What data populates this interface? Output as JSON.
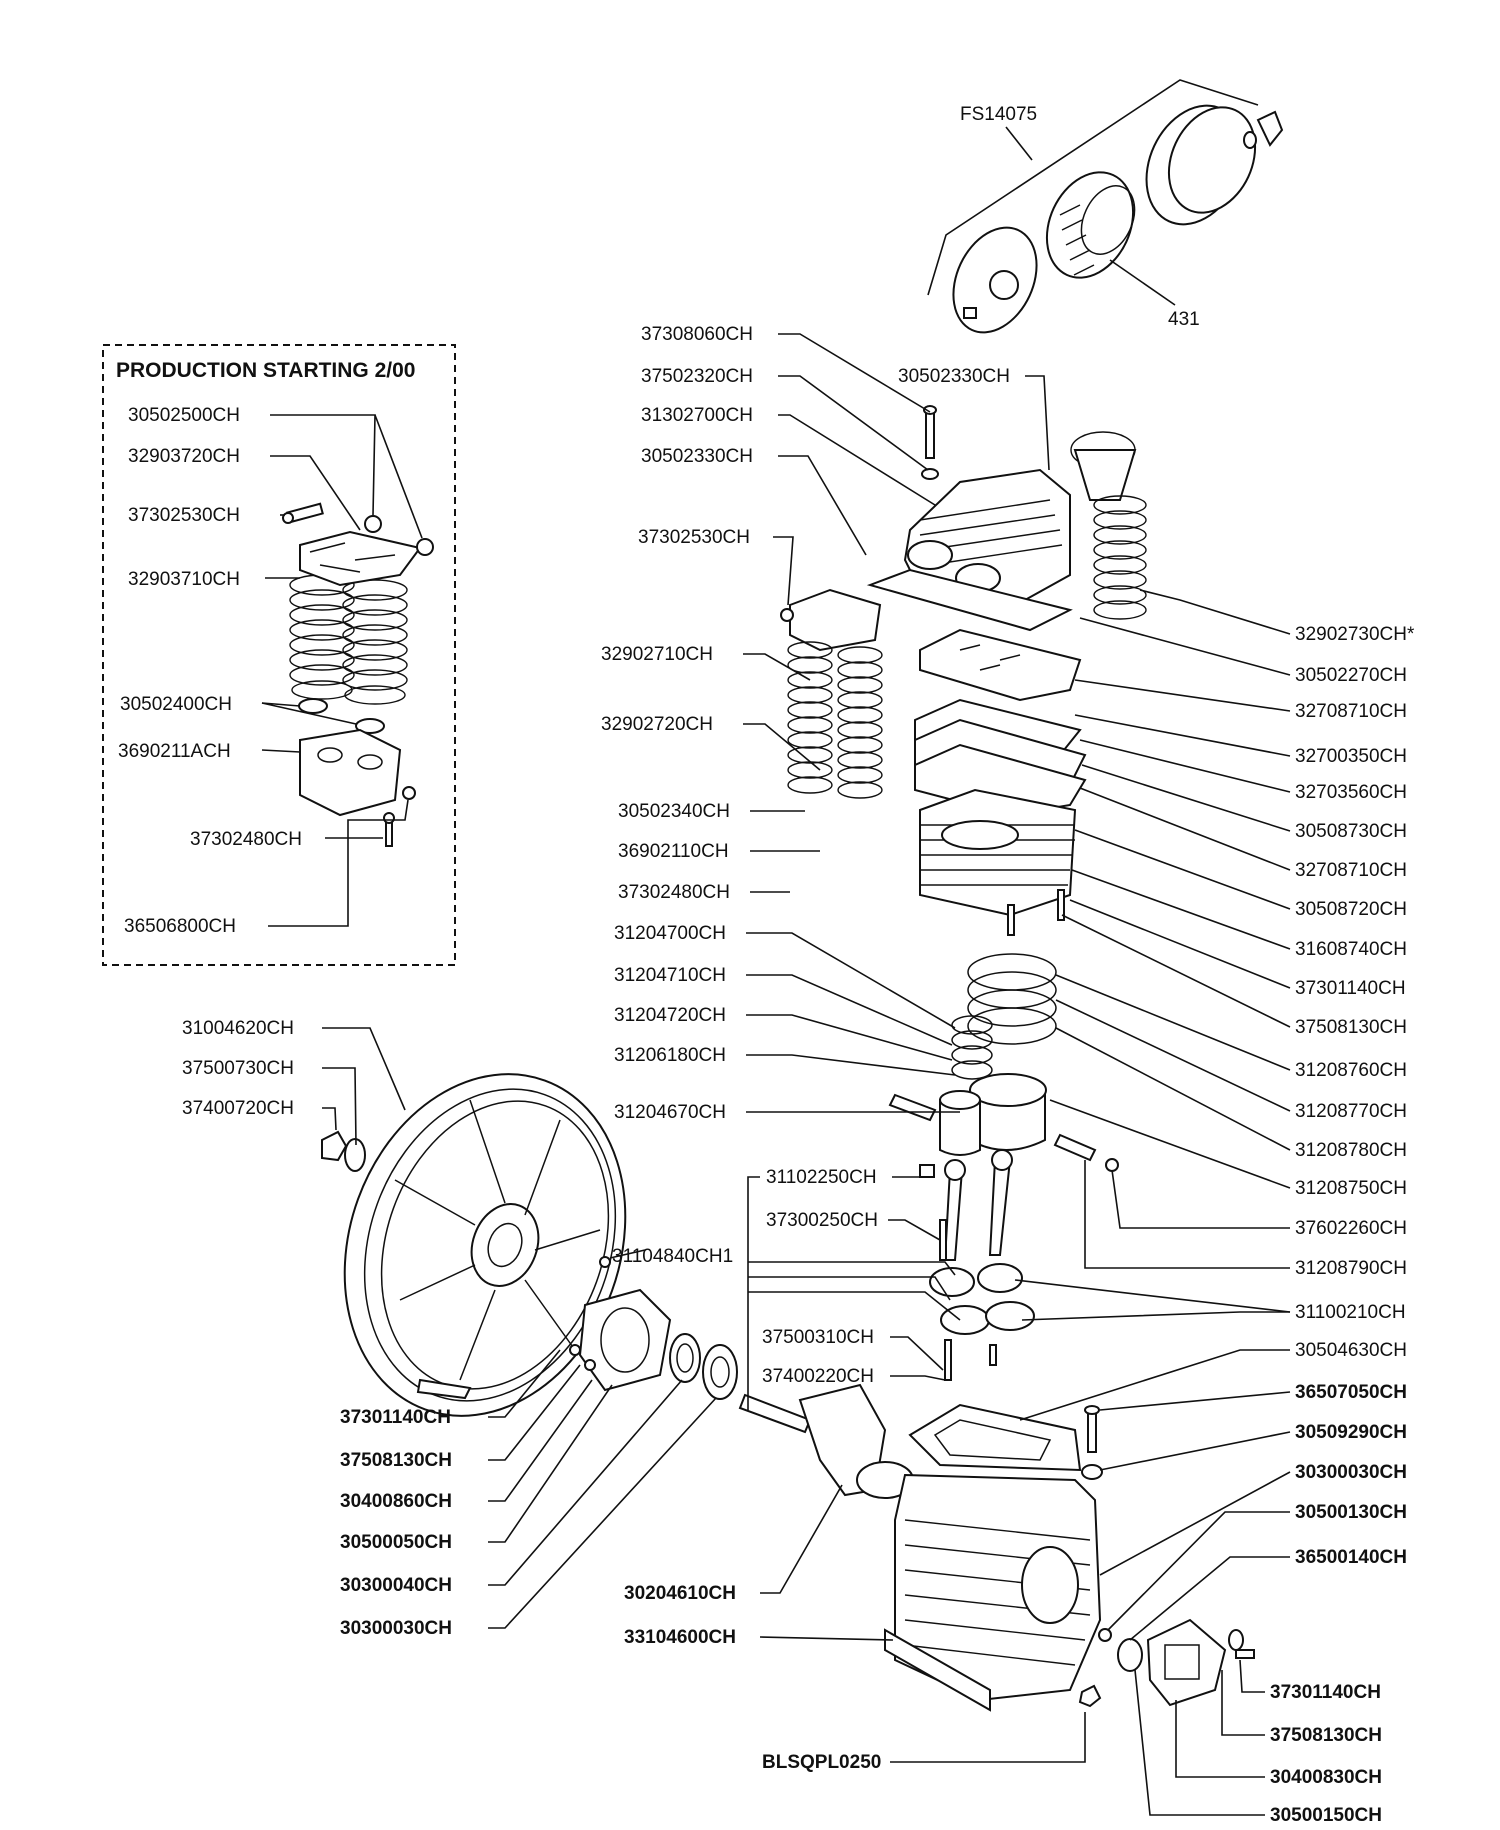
{
  "inset": {
    "title": "PRODUCTION STARTING 2/00",
    "labels": [
      "30502500CH",
      "32903720CH",
      "37302530CH",
      "32903710CH",
      "30502400CH",
      "3690211ACH",
      "37302480CH",
      "36506800CH"
    ]
  },
  "labels": [
    "FS14075",
    "431",
    "37308060CH",
    "37502320CH",
    "31302700CH",
    "30502330CH",
    "30502330CH",
    "37302530CH",
    "32902710CH",
    "32902720CH",
    "30502340CH",
    "36902110CH",
    "37302480CH",
    "31204700CH",
    "31204710CH",
    "31204720CH",
    "31206180CH",
    "31204670CH",
    "31102250CH",
    "37300250CH",
    "31104840CH1",
    "37500310CH",
    "37400220CH",
    "31004620CH",
    "37500730CH",
    "37400720CH",
    "32902730CH*",
    "30502270CH",
    "32708710CH",
    "32700350CH",
    "32703560CH",
    "30508730CH",
    "32708710CH",
    "30508720CH",
    "31608740CH",
    "37301140CH",
    "37508130CH",
    "31208760CH",
    "31208770CH",
    "31208780CH",
    "31208750CH",
    "37602260CH",
    "31208790CH",
    "31100210CH",
    "30504630CH",
    "36507050CH",
    "30509290CH",
    "30300030CH",
    "30500130CH",
    "36500140CH",
    "37301140CH",
    "37508130CH",
    "30400860CH",
    "30500050CH",
    "30300040CH",
    "30300030CH",
    "30204610CH",
    "33104600CH",
    "BLSQPL0250",
    "37301140CH",
    "37508130CH",
    "30400830CH",
    "30500150CH"
  ]
}
